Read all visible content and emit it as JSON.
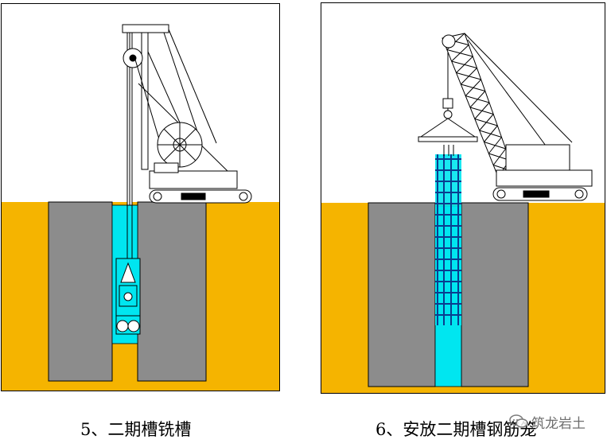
{
  "panels": [
    {
      "caption": "5、二期槽铣槽",
      "colors": {
        "soil": "#f5b400",
        "wall": "#8c8c8c",
        "slurry": "#00e6f0",
        "sky": "#ffffff",
        "outline": "#000000"
      }
    },
    {
      "caption": "6、安放二期槽钢筋笼",
      "colors": {
        "soil": "#f5b400",
        "wall": "#8c8c8c",
        "slurry": "#00e6f0",
        "cage": "#0a3d8f",
        "sky": "#ffffff",
        "outline": "#000000"
      }
    }
  ],
  "watermark": {
    "text": "筑龙岩土",
    "icon": "chat-bubbles-icon"
  }
}
